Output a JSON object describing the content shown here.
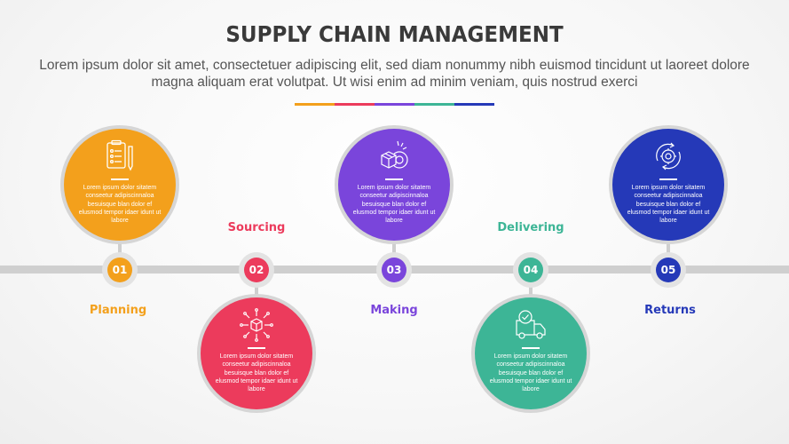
{
  "header": {
    "title": "SUPPLY CHAIN MANAGEMENT",
    "subtitle": "Lorem ipsum dolor sit amet, consectetuer adipiscing elit, sed diam nonummy nibh euismod tincidunt ut laoreet dolore magna aliquam erat volutpat. Ut wisi enim ad minim veniam, quis nostrud exerci"
  },
  "colors": {
    "planning": "#F3A01C",
    "sourcing": "#EC3B5C",
    "making": "#7A45DB",
    "delivering": "#3DB596",
    "returns": "#2539B8",
    "timeline": "#CFCFCF",
    "title": "#3A3A3A"
  },
  "steps": [
    {
      "number": "01",
      "label": "Planning",
      "icon": "clipboard-checklist-icon",
      "text": "Lorem ipsum dolor sitatem conseetur adipiscinnaloa besuisque blan dolor ef elusmod tempor idaer idunt ut labore",
      "position": "top"
    },
    {
      "number": "02",
      "label": "Sourcing",
      "icon": "box-network-icon",
      "text": "Lorem ipsum dolor sitatem conseetur adipiscinnaloa besuisque blan dolor ef elusmod tempor idaer idunt ut labore",
      "position": "bottom"
    },
    {
      "number": "03",
      "label": "Making",
      "icon": "box-gear-icon",
      "text": "Lorem ipsum dolor sitatem conseetur adipiscinnaloa besuisque blan dolor ef elusmod tempor idaer idunt ut labore",
      "position": "top"
    },
    {
      "number": "04",
      "label": "Delivering",
      "icon": "delivery-truck-check-icon",
      "text": "Lorem ipsum dolor sitatem conseetur adipiscinnaloa besuisque blan dolor ef elusmod tempor idaer idunt ut labore",
      "position": "bottom"
    },
    {
      "number": "05",
      "label": "Returns",
      "icon": "gear-cycle-icon",
      "text": "Lorem ipsum dolor sitatem conseetur adipiscinnaloa besuisque blan dolor ef elusmod tempor idaer idunt ut labore",
      "position": "top"
    }
  ]
}
